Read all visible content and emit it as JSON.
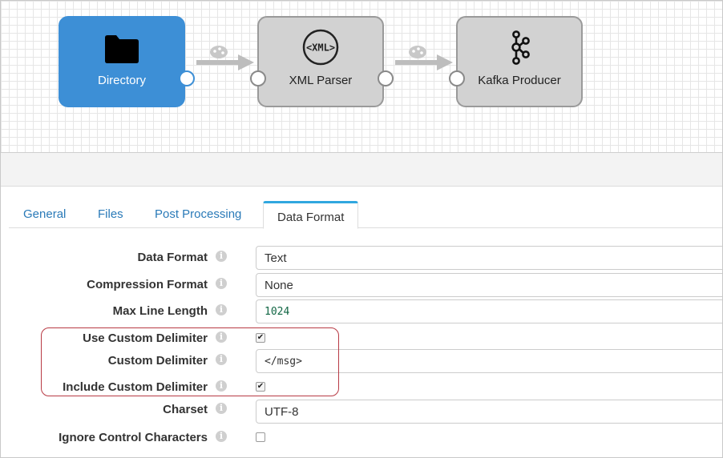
{
  "pipeline": {
    "stages": [
      {
        "label": "Directory",
        "icon": "folder-icon",
        "type": "origin"
      },
      {
        "label": "XML Parser",
        "icon": "xml-icon",
        "icon_text": "<XML>",
        "type": "processor"
      },
      {
        "label": "Kafka Producer",
        "icon": "kafka-icon",
        "type": "destination"
      }
    ],
    "colors": {
      "origin": "#3d8fd6",
      "stage": "#d2d2d2"
    }
  },
  "tabs": [
    "General",
    "Files",
    "Post Processing",
    "Data Format"
  ],
  "active_tab": "Data Format",
  "form": {
    "data_format": {
      "label": "Data Format",
      "value": "Text"
    },
    "compression_format": {
      "label": "Compression Format",
      "value": "None"
    },
    "max_line_length": {
      "label": "Max Line Length",
      "value": "1024"
    },
    "use_custom_delimiter": {
      "label": "Use Custom Delimiter",
      "checked": true
    },
    "custom_delimiter": {
      "label": "Custom Delimiter",
      "value": "</msg>"
    },
    "include_custom_delimiter": {
      "label": "Include Custom Delimiter",
      "checked": true
    },
    "charset": {
      "label": "Charset",
      "value": "UTF-8"
    },
    "ignore_control_characters": {
      "label": "Ignore Control Characters",
      "checked": false
    }
  },
  "highlight_color": "#b83a44"
}
